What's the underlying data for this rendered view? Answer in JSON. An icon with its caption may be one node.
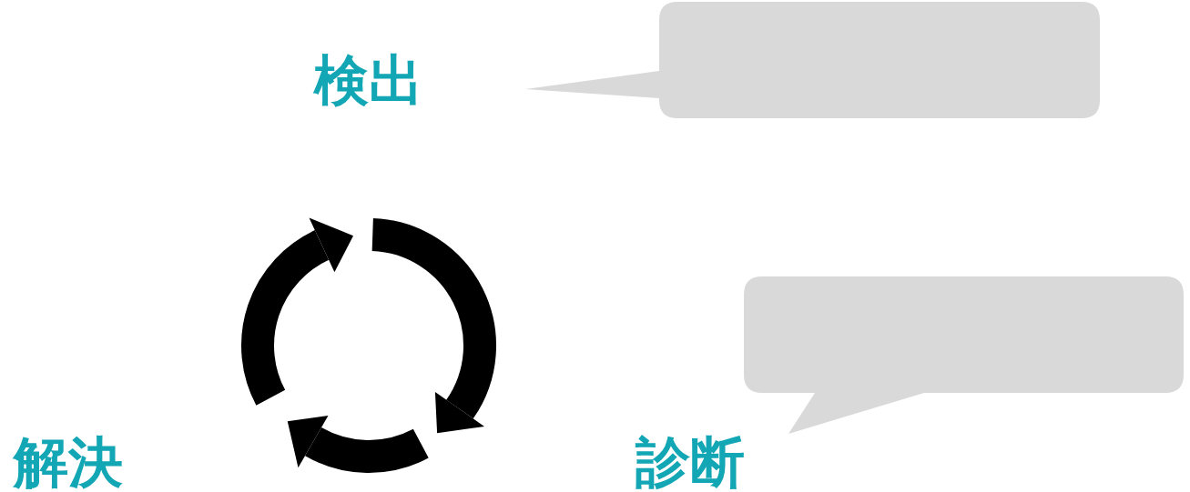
{
  "diagram": {
    "nodes": [
      {
        "text": [
          "検出"
        ]
      },
      {
        "text": [
          "診断"
        ]
      },
      {
        "text": [
          "解決"
        ]
      },
      {
        "text": [],
        "shape": "callout"
      },
      {
        "text": [],
        "shape": "callout"
      }
    ],
    "edges": []
  }
}
